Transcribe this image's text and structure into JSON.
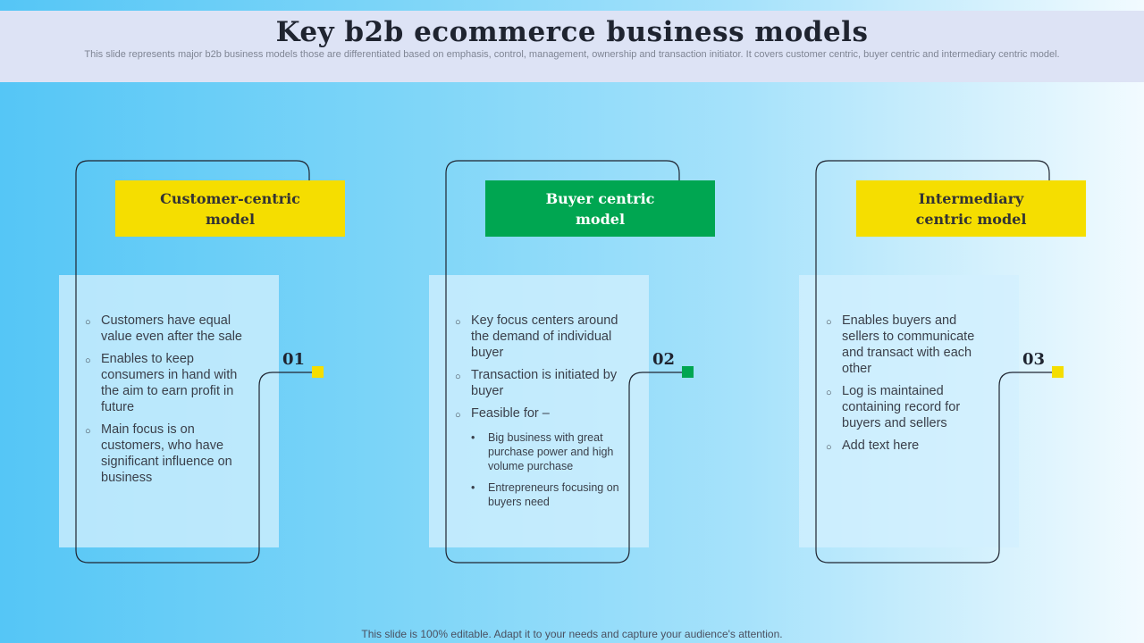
{
  "header": {
    "title": "Key b2b ecommerce business models",
    "subtitle": "This slide represents major b2b business models those are differentiated based on emphasis, control, management, ownership and transaction initiator. It covers customer centric, buyer centric and intermediary centric model."
  },
  "colors": {
    "yellow": "#f5de00",
    "green": "#00a651",
    "header_bg": "#dde3f5"
  },
  "models": [
    {
      "label": "Customer-centric model",
      "number": "01",
      "accent": "yellow",
      "items": [
        {
          "text": "Customers have equal value even after the sale"
        },
        {
          "text": "Enables to keep consumers in hand with the aim to earn profit in future"
        },
        {
          "text": "Main focus is on customers, who have significant influence on business"
        }
      ]
    },
    {
      "label": "Buyer centric model",
      "number": "02",
      "accent": "green",
      "items": [
        {
          "text": "Key focus centers around the demand of individual buyer"
        },
        {
          "text": "Transaction is initiated by buyer"
        },
        {
          "text": "Feasible for –",
          "sub": [
            "Big business with great purchase power and high volume purchase",
            "Entrepreneurs focusing on buyers need"
          ]
        }
      ]
    },
    {
      "label": "Intermediary centric model",
      "number": "03",
      "accent": "yellow",
      "items": [
        {
          "text": "Enables buyers and sellers to communicate and transact with each other"
        },
        {
          "text": "Log is maintained containing record for buyers and sellers"
        },
        {
          "text": "Add text here"
        }
      ]
    }
  ],
  "footer": {
    "text": "This slide is 100% editable. Adapt it to your needs and capture your audience's attention."
  }
}
